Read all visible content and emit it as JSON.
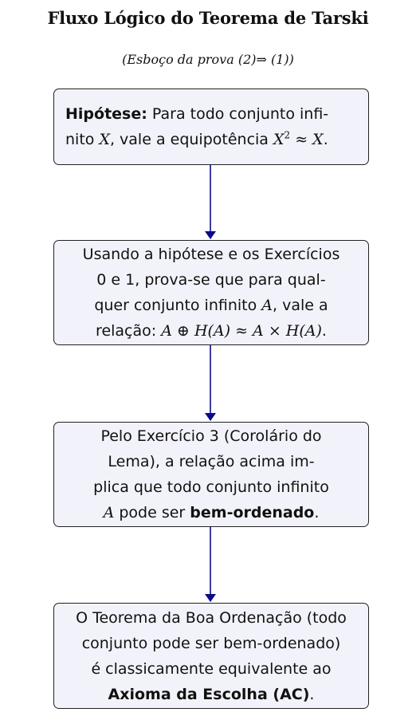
{
  "title": "Fluxo Lógico do Teorema de Tarski",
  "subtitle": "(Esboço da prova (2)⇒ (1))",
  "boxes": [
    {
      "lead": "Hipótese:",
      "text_a": " Para todo conjunto infi-",
      "text_b": "nito ",
      "var_x": "X",
      "text_c": ", vale a equipotência ",
      "formula_base": "X",
      "formula_exp": "2",
      "formula_rest": " ≈ X",
      "text_d": "."
    },
    {
      "line1": "Usando a hipótese e os Exercícios",
      "line2": "0 e 1, prova-se que para qual-",
      "line3_a": "quer conjunto infinito ",
      "var_a": "A",
      "line3_b": ", vale a",
      "line4_a": "relação: ",
      "formula": "A ⊕ H(A) ≈ A × H(A)",
      "line4_b": "."
    },
    {
      "line1": "Pelo Exercício 3 (Corolário do",
      "line2": "Lema), a relação acima im-",
      "line3": "plica que todo conjunto infinito",
      "var_a": "A",
      "line4_a": " pode ser ",
      "line4_bold": "bem-ordenado",
      "line4_b": "."
    },
    {
      "line1": "O Teorema da Boa Ordenação (todo",
      "line2": "conjunto pode ser bem-ordenado)",
      "line3": "é classicamente equivalente ao",
      "line4_bold": "Axioma da Escolha (AC)",
      "line4_b": "."
    }
  ],
  "colors": {
    "arrow": "#0a0a8c",
    "box_fill": "#f2f2fa",
    "box_border": "#222222"
  }
}
